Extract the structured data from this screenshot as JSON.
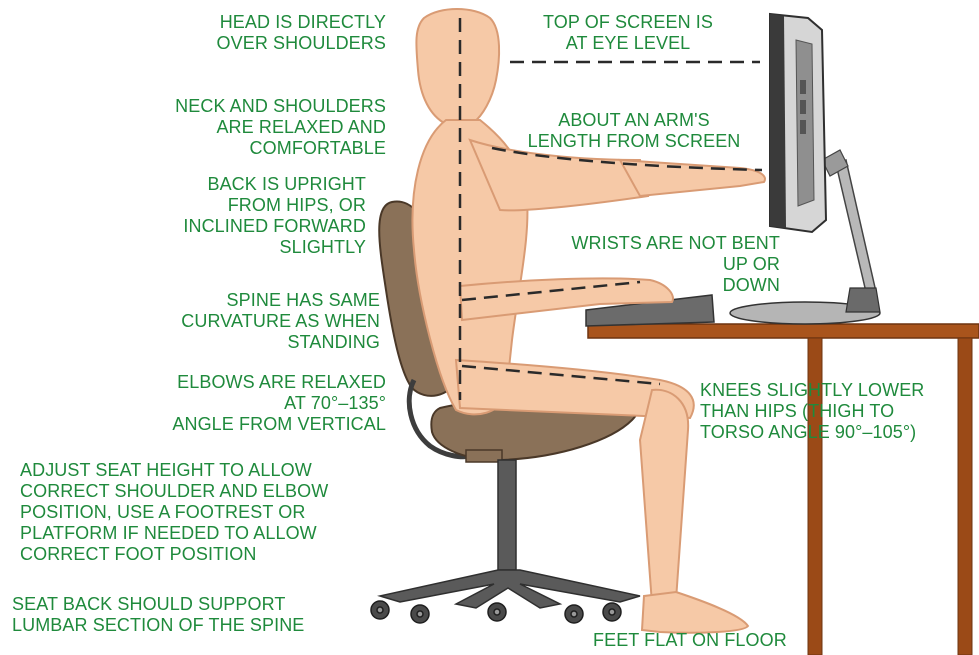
{
  "labels": {
    "head": "HEAD IS DIRECTLY\nOVER SHOULDERS",
    "neck": "NECK AND SHOULDERS\nARE RELAXED AND\nCOMFORTABLE",
    "back": "BACK IS UPRIGHT\nFROM HIPS, OR\nINCLINED FORWARD\nSLIGHTLY",
    "spine": "SPINE HAS SAME\nCURVATURE AS WHEN\nSTANDING",
    "elbows": "ELBOWS ARE RELAXED\nAT 70°–135°\nANGLE FROM VERTICAL",
    "seat_height": "ADJUST SEAT HEIGHT TO ALLOW\nCORRECT SHOULDER AND ELBOW\nPOSITION, USE A FOOTREST OR\nPLATFORM IF NEEDED TO ALLOW\nCORRECT FOOT POSITION",
    "seat_back": "SEAT BACK SHOULD SUPPORT\nLUMBAR SECTION OF THE SPINE",
    "top_screen": "TOP OF SCREEN IS\nAT EYE LEVEL",
    "arm_length": "ABOUT AN ARM'S\nLENGTH FROM SCREEN",
    "wrists": "WRISTS ARE NOT BENT\nUP OR\nDOWN",
    "knees": "KNEES SLIGHTLY LOWER\nTHAN HIPS (THIGH TO\nTORSO ANGLE 90°–105°)",
    "feet": "FEET FLAT ON FLOOR"
  },
  "colors": {
    "label_text": "#1f8a3c",
    "skin": "#f6c9a7",
    "skin_outline": "#d99b74",
    "chair": "#8a7158",
    "chair_dark": "#5f4b38",
    "chair_base": "#5a5a5a",
    "desk": "#9b4a17",
    "monitor_silver": "#c8c8c8",
    "monitor_dark": "#3a3a3a"
  }
}
